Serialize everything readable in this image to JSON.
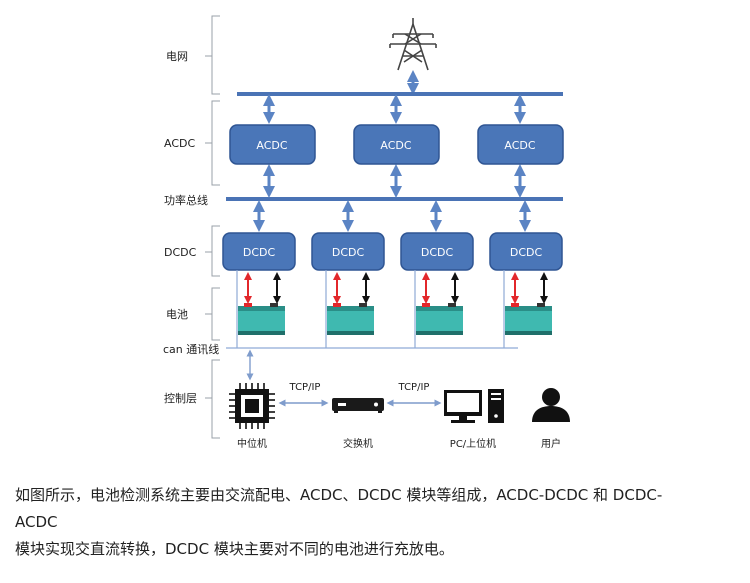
{
  "colors": {
    "bus": "#4a73b5",
    "box_fill": "#4a76b8",
    "box_stroke": "#2f5593",
    "arrow": "#5b84c4",
    "red_arrow": "#e2272b",
    "black_arrow": "#111111",
    "battery": "#3fb9b0",
    "battery_dark": "#2a8e87",
    "thin_line": "#8faad6"
  },
  "layers": {
    "grid": "电网",
    "acdc": "ACDC",
    "power_bus": "功率总线",
    "dcdc": "DCDC",
    "battery": "电池",
    "can": "can 通讯线",
    "control": "控制层"
  },
  "icons": {
    "tower": "power-tower-icon",
    "chip": "cpu-chip-icon",
    "switch": "network-switch-icon",
    "pc": "desktop-pc-icon",
    "user": "user-icon"
  },
  "acdc_modules": [
    "ACDC",
    "ACDC",
    "ACDC"
  ],
  "dcdc_modules": [
    "DCDC",
    "DCDC",
    "DCDC",
    "DCDC"
  ],
  "control": {
    "link1": "TCP/IP",
    "link2": "TCP/IP",
    "controller": "中位机",
    "switch": "交换机",
    "pc": "PC/上位机",
    "user": "用户"
  },
  "caption": {
    "line1": "如图所示，电池检测系统主要由交流配电、ACDC、DCDC 模块等组成，ACDC-DCDC 和 DCDC-",
    "line2": "ACDC",
    "line3": "模块实现交直流转换，DCDC 模块主要对不同的电池进行充放电。"
  }
}
